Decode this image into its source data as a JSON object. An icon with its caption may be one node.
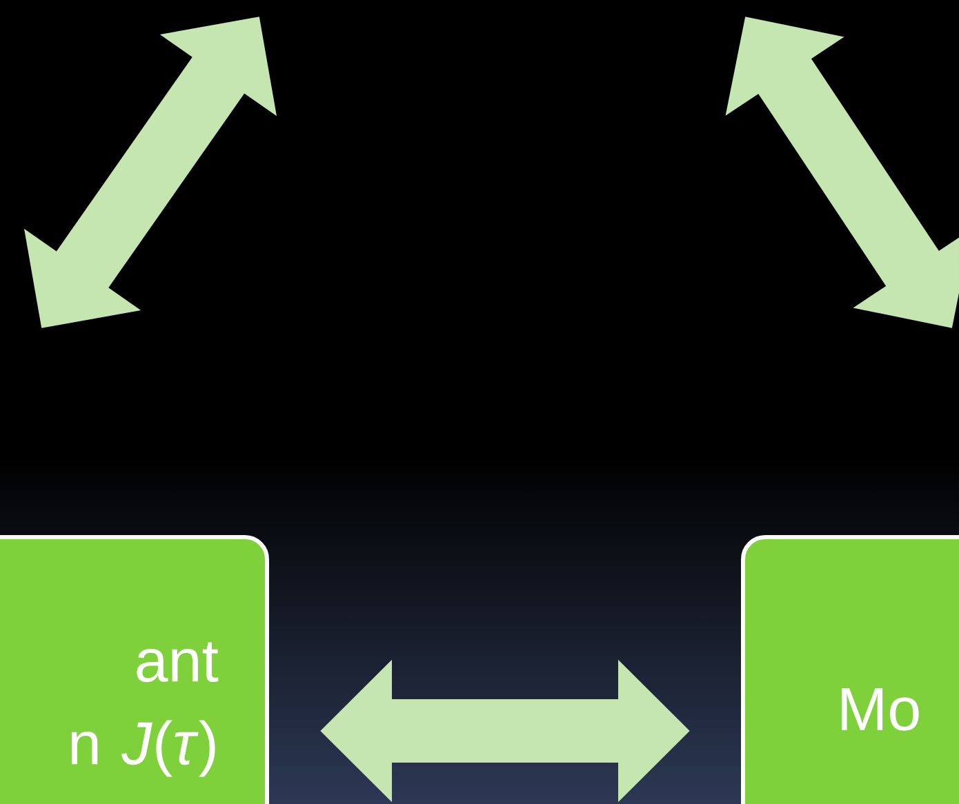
{
  "diagram": {
    "nodes": [
      {
        "text": [
          "ant",
          "n *J*(*τ*)"
        ]
      },
      {
        "text": [
          "Mo"
        ]
      }
    ],
    "edges": [
      {
        "from": 0,
        "to": 1,
        "arrow": "both"
      }
    ]
  }
}
